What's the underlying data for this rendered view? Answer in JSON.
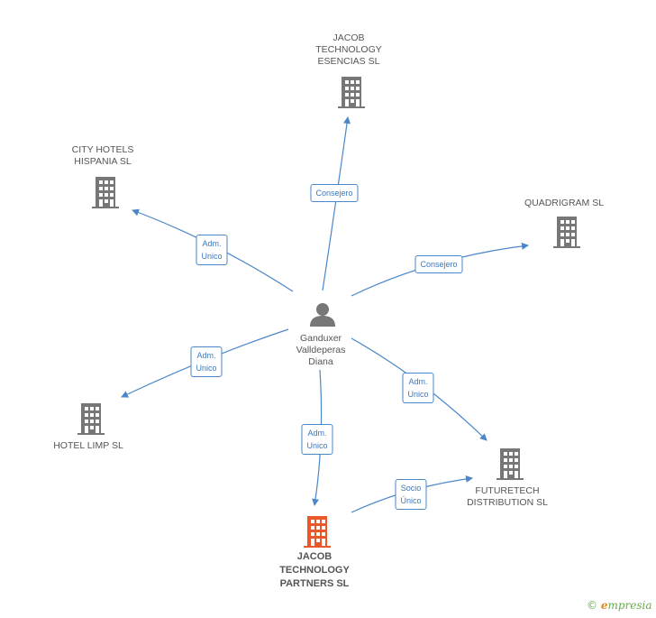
{
  "center": {
    "name": "Ganduxer\nValldeperas\nDiana",
    "icon": "person-icon"
  },
  "companies": {
    "jacob_esencias": {
      "name": "JACOB\nTECHNOLOGY\nESENCIAS SL",
      "icon": "building-icon"
    },
    "city_hotels": {
      "name": "CITY HOTELS\nHISPANIA SL",
      "icon": "building-icon"
    },
    "quadrigram": {
      "name": "QUADRIGRAM SL",
      "icon": "building-icon"
    },
    "hotel_limp": {
      "name": "HOTEL LIMP SL",
      "icon": "building-icon"
    },
    "futuretech": {
      "name": "FUTURETECH\nDISTRIBUTION SL",
      "icon": "building-icon"
    },
    "jacob_partners": {
      "name": "JACOB\nTECHNOLOGY\nPARTNERS SL",
      "icon": "building-icon"
    }
  },
  "relations": {
    "to_jacob_esencias": "Consejero",
    "to_city_hotels": "Adm.\nUnico",
    "to_quadrigram": "Consejero",
    "to_hotel_limp": "Adm.\nUnico",
    "to_futuretech": "Adm.\nUnico",
    "to_jacob_partners": "Adm.\nUnico",
    "partners_to_futuretech": "Socio\nÚnico"
  },
  "colors": {
    "edge": "#4a86c8",
    "building": "#777777",
    "focus_building": "#e8582a",
    "person": "#777777"
  },
  "brand": {
    "copyright": "©",
    "first_letter": "e",
    "rest": "mpresia"
  }
}
